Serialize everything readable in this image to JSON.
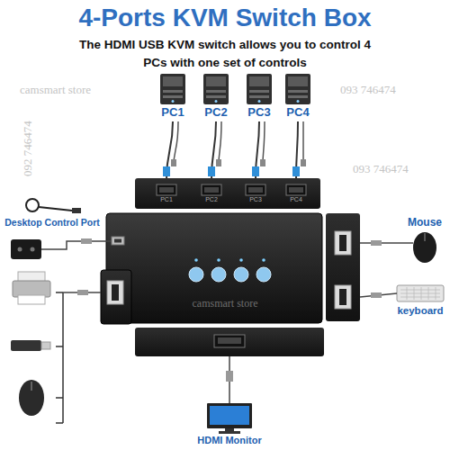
{
  "diagram": {
    "title": "4-Ports KVM Switch Box",
    "nodes": [
      {
        "text": [
          "PC1"
        ]
      },
      {
        "text": [
          "PC2"
        ]
      },
      {
        "text": [
          "PC3"
        ]
      },
      {
        "text": [
          "PC4"
        ]
      },
      {
        "text": [
          "PC1"
        ]
      },
      {
        "text": [
          "PC2"
        ]
      },
      {
        "text": [
          "PC3"
        ]
      },
      {
        "text": [
          "PC4"
        ]
      },
      {
        "text": [
          "Desktop Control Port"
        ]
      },
      {
        "text": [
          "Mouse"
        ]
      },
      {
        "text": [
          "keyboard"
        ]
      },
      {
        "text": [
          "HDMI Monitor"
        ]
      }
    ],
    "edges": [
      {
        "from": 0,
        "to": 4,
        "arrow": "none"
      },
      {
        "from": 1,
        "to": 5,
        "arrow": "none"
      },
      {
        "from": 2,
        "to": 6,
        "arrow": "none"
      },
      {
        "from": 3,
        "to": 7,
        "arrow": "none"
      }
    ],
    "labels": [
      "The HDMI USB KVM switch allows you to control 4 PCs with one set of controls",
      "camsmart store",
      "093 746474",
      "092 746474",
      "camsmart store",
      "093 746474"
    ]
  }
}
